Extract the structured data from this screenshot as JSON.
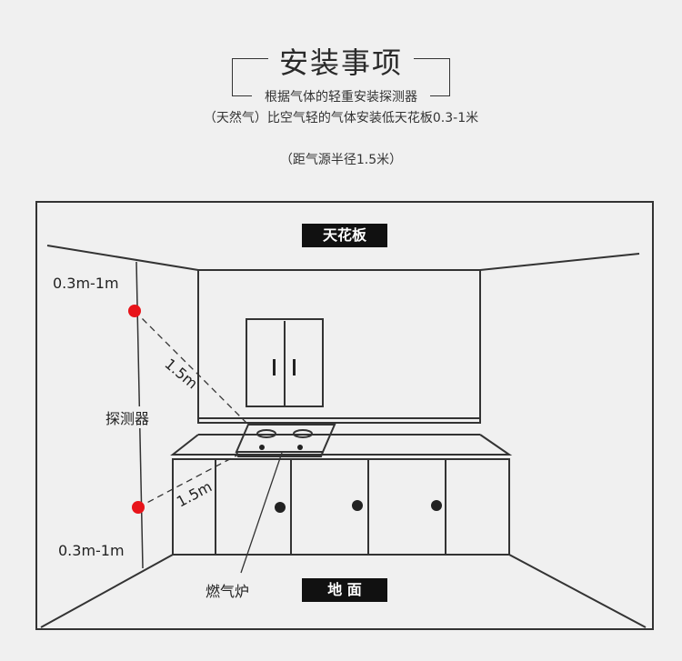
{
  "header": {
    "title": "安装事项",
    "subtitle1": "根据气体的轻重安装探测器",
    "subtitle2": "（天然气）比空气轻的气体安装低天花板0.3-1米",
    "subtitle3": "（距气源半径1.5米）"
  },
  "diagram": {
    "ceiling_label": "天花板",
    "floor_label": "地 面",
    "detector_label": "探测器",
    "stove_label": "燃气炉",
    "top_distance": "0.3m-1m",
    "bottom_distance": "0.3m-1m",
    "radius_top": "1.5m",
    "radius_bottom": "1.5m",
    "colors": {
      "detector": "#e8141a",
      "line": "#333333",
      "tag_bg": "#111111"
    }
  }
}
